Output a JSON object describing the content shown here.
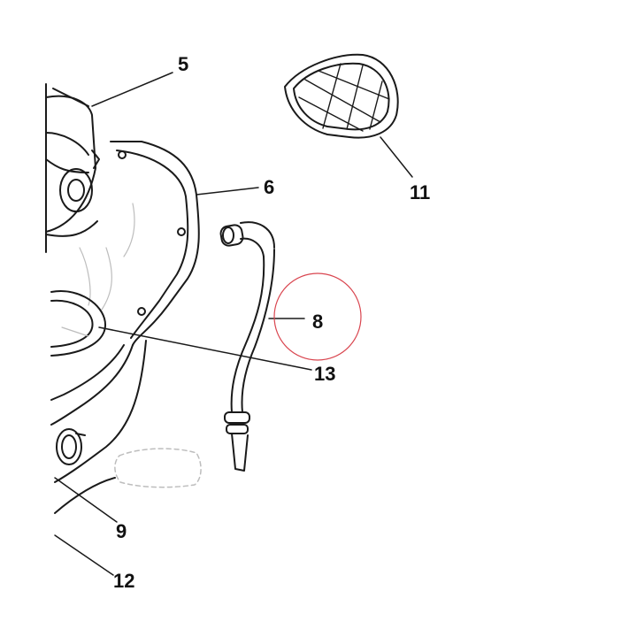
{
  "callouts": {
    "c5": "5",
    "c6": "6",
    "c8": "8",
    "c9": "9",
    "c11": "11",
    "c12": "12",
    "c13": "13"
  },
  "colors": {
    "line": "#1a1a1a",
    "shade": "#bdbdbd",
    "highlight_circle": "#d9454f",
    "background": "#ffffff"
  },
  "highlighted_callout": "8"
}
